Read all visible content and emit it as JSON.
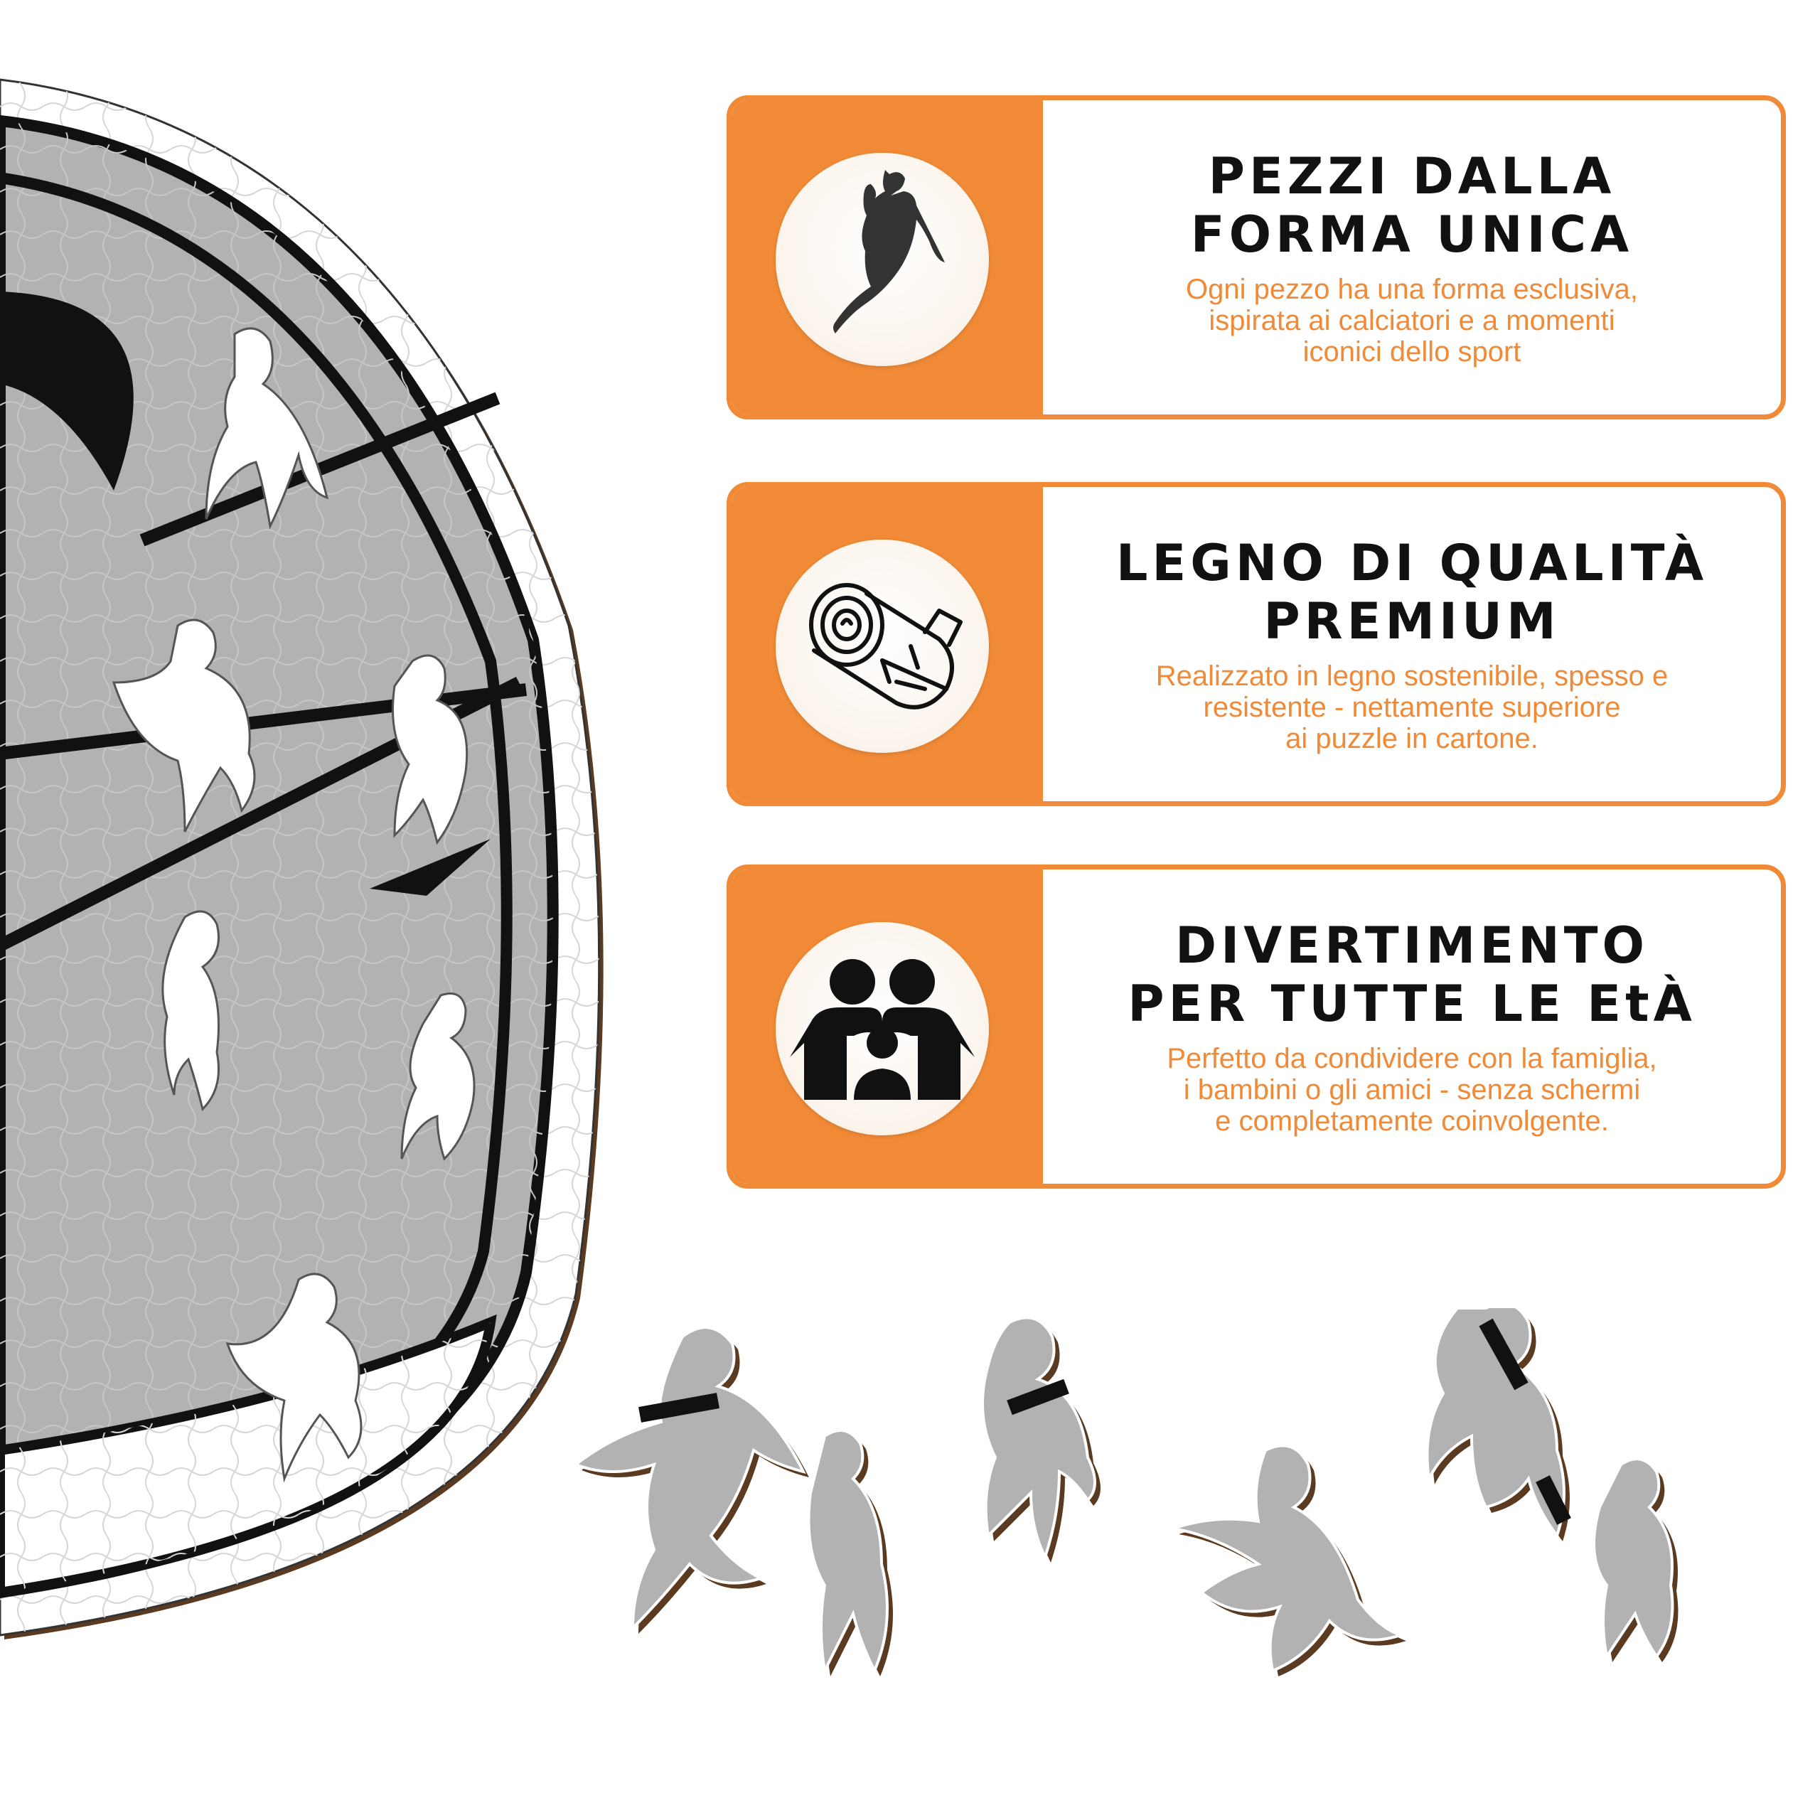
{
  "colors": {
    "accent": "#f08a36",
    "puzzle_gray": "#b2b2b2",
    "ink": "#111111",
    "wood_edge": "#5a3a20"
  },
  "features": [
    {
      "icon": "runner-icon",
      "title_line1": "PEZZI DALLA",
      "title_line2": "FORMA UNICA",
      "desc_line1": "Ogni pezzo ha una forma esclusiva,",
      "desc_line2": "ispirata ai calciatori e a momenti",
      "desc_line3": "iconici dello sport"
    },
    {
      "icon": "wood-log-icon",
      "title_line1": "LEGNO DI QUALITÀ",
      "title_line2": "PREMIUM",
      "desc_line1": "Realizzato in legno sostenibile, spesso e",
      "desc_line2": "resistente - nettamente superiore",
      "desc_line3": "ai puzzle in cartone."
    },
    {
      "icon": "family-icon",
      "title_line1": "DIVERTIMENTO",
      "title_line2": "PER TUTTE LE EtÀ",
      "desc_line1": "Perfetto da condividere con la famiglia,",
      "desc_line2": "i bambini o gli amici - senza schermi",
      "desc_line3": "e completamente coinvolgente."
    }
  ]
}
